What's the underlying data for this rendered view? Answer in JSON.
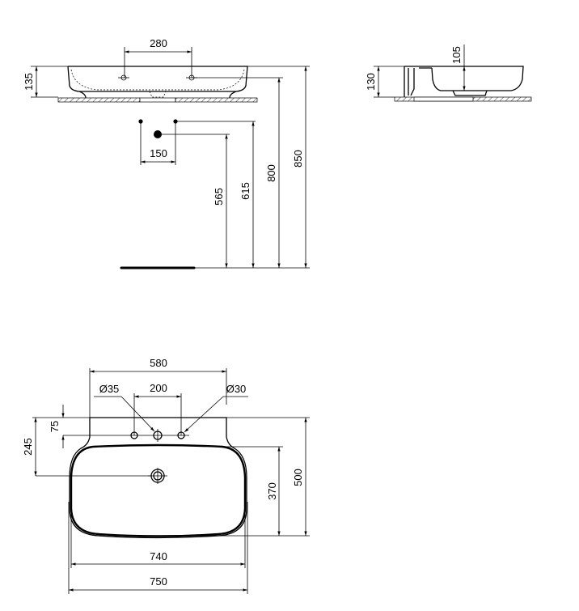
{
  "front_view": {
    "tap_spacing": "280",
    "basin_height": "135",
    "supply_spacing": "150",
    "waste_height": "565",
    "supply_height": "615",
    "tap_height": "800",
    "rim_height": "850"
  },
  "side_view": {
    "total_height": "130",
    "bowl_depth": "105"
  },
  "plan_view": {
    "back_width": "580",
    "tap_hole_spacing": "200",
    "tap_hole_diameter": "Ø35",
    "side_hole_diameter": "Ø30",
    "tap_hole_offset": "75",
    "waste_offset": "245",
    "bowl_depth": "370",
    "total_depth": "500",
    "bowl_width": "740",
    "total_width": "750"
  }
}
